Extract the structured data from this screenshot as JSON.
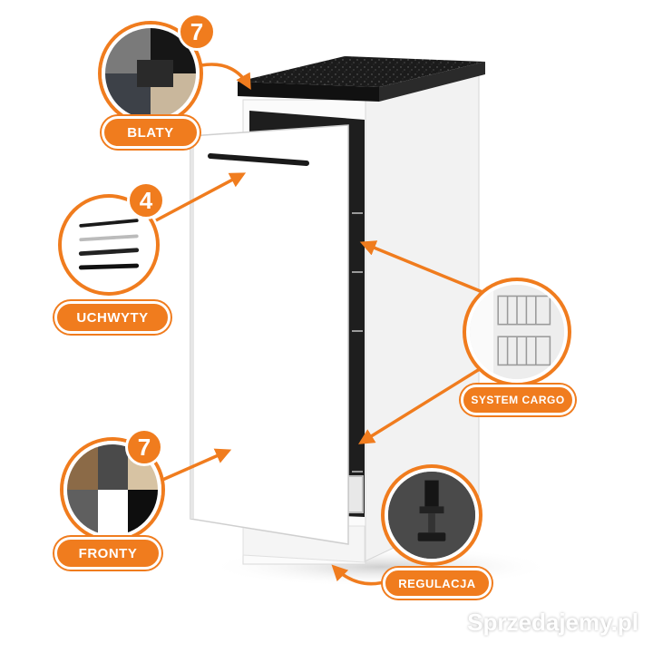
{
  "callouts": {
    "blaty": {
      "label": "BLATY",
      "count": "7"
    },
    "uchwyty": {
      "label": "UCHWYTY",
      "count": "4"
    },
    "system_cargo": {
      "label": "SYSTEM CARGO"
    },
    "fronty": {
      "label": "FRONTY",
      "count": "7"
    },
    "regulacja": {
      "label": "REGULACJA"
    }
  },
  "watermark": "Sprzedajemy.pl",
  "colors": {
    "accent": "#f07c1e",
    "cabinet": "#ffffff",
    "countertop": "#1e1e1e",
    "interior": "#222222"
  }
}
